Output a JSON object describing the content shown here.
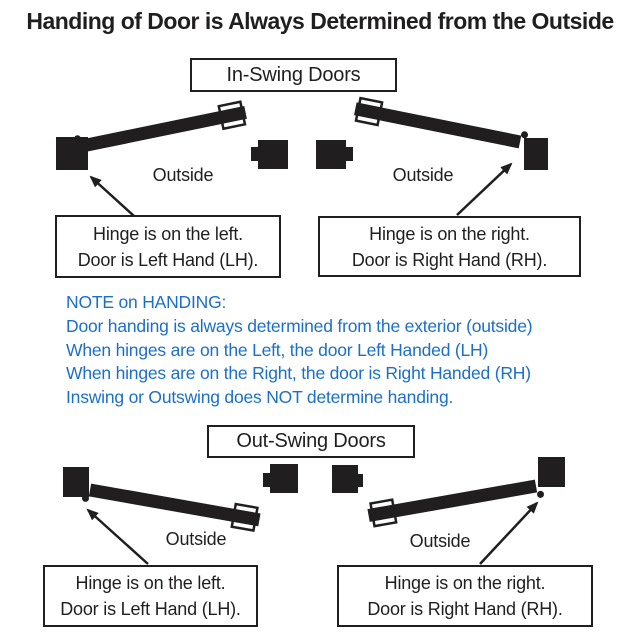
{
  "title": "Handing of Door is Always Determined from the Outside",
  "colors": {
    "ink": "#211e1f",
    "note_blue": "#1b6fc8"
  },
  "sections": {
    "in_swing": {
      "label": "In-Swing Doors"
    },
    "out_swing": {
      "label": "Out-Swing Doors"
    }
  },
  "diagrams": {
    "in_swing_left": {
      "outside_label": "Outside",
      "caption_line1": "Hinge is on the left.",
      "caption_line2": "Door is Left Hand (LH)."
    },
    "in_swing_right": {
      "outside_label": "Outside",
      "caption_line1": "Hinge is on the right.",
      "caption_line2": "Door is Right Hand (RH)."
    },
    "out_swing_left": {
      "outside_label": "Outside",
      "caption_line1": "Hinge is on the left.",
      "caption_line2": "Door is Left Hand (LH)."
    },
    "out_swing_right": {
      "outside_label": "Outside",
      "caption_line1": "Hinge is on the right.",
      "caption_line2": "Door is Right Hand (RH)."
    }
  },
  "note": {
    "heading": "NOTE on HANDING:",
    "lines": [
      "Door handing is always determined from the exterior (outside)",
      "When hinges are on the Left, the door Left Handed (LH)",
      "When hinges are on the Right, the door is Right Handed (RH)",
      "Inswing or Outswing does NOT determine handing."
    ]
  }
}
